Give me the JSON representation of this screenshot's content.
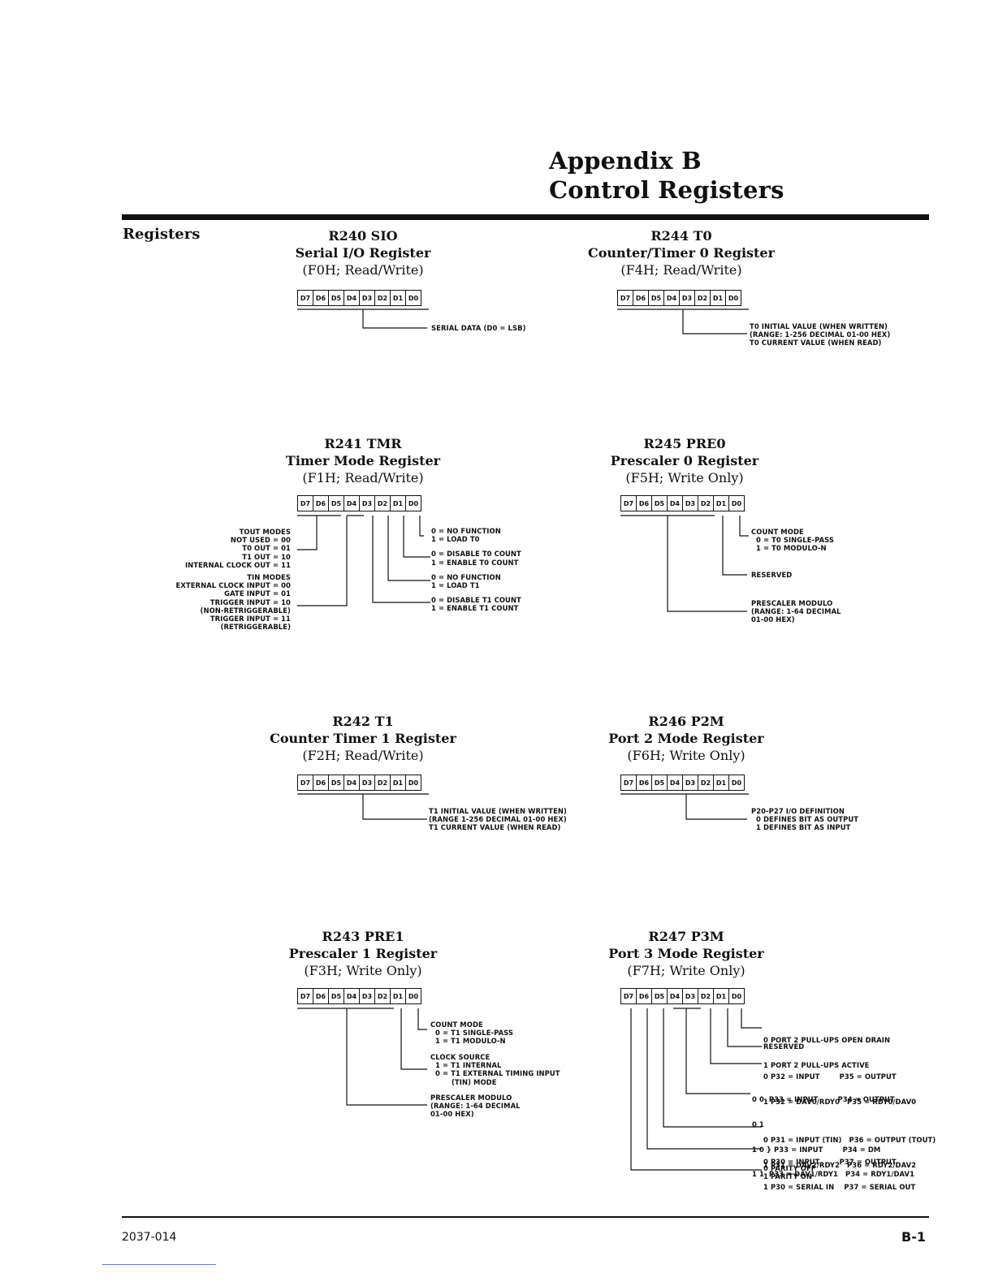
{
  "header": {
    "title_line1": "Appendix B",
    "title_line2": "Control Registers"
  },
  "section_label": "Registers",
  "bit_labels": [
    "D7",
    "D6",
    "D5",
    "D4",
    "D3",
    "D2",
    "D1",
    "D0"
  ],
  "registers": {
    "r240": {
      "name": "R240 SIO",
      "title": "Serial I/O Register",
      "access": "(F0H; Read/Write)",
      "notes": [
        "SERIAL DATA (D0 = LSB)"
      ]
    },
    "r244": {
      "name": "R244 T0",
      "title": "Counter/Timer 0 Register",
      "access": "(F4H; Read/Write)",
      "notes": [
        "T0 INITIAL VALUE (WHEN WRITTEN)",
        "(RANGE: 1-256 DECIMAL 01-00 HEX)",
        "T0 CURRENT VALUE (WHEN READ)"
      ]
    },
    "r241": {
      "name": "R241 TMR",
      "title": "Timer Mode Register",
      "access": "(F1H; Read/Write)",
      "left_notes": [
        "TOUT MODES",
        "NOT USED = 00",
        "T0 OUT = 01",
        "T1 OUT = 10",
        "INTERNAL CLOCK OUT = 11",
        "TIN MODES",
        "EXTERNAL CLOCK INPUT = 00",
        "GATE INPUT = 01",
        "TRIGGER INPUT = 10",
        "(NON-RETRIGGERABLE)",
        "TRIGGER INPUT = 11",
        "(RETRIGGERABLE)"
      ],
      "right_notes": [
        "0 = NO FUNCTION",
        "1 = LOAD T0",
        "0 = DISABLE T0 COUNT",
        "1 = ENABLE T0 COUNT",
        "0 = NO FUNCTION",
        "1 = LOAD T1",
        "0 = DISABLE T1 COUNT",
        "1 = ENABLE T1 COUNT"
      ]
    },
    "r245": {
      "name": "R245 PRE0",
      "title": "Prescaler 0 Register",
      "access": "(F5H; Write Only)",
      "notes": [
        "COUNT MODE",
        "0 = T0 SINGLE-PASS",
        "1 = T0 MODULO-N",
        "RESERVED",
        "PRESCALER MODULO",
        "(RANGE: 1-64 DECIMAL",
        "01-00 HEX)"
      ]
    },
    "r242": {
      "name": "R242 T1",
      "title": "Counter Timer 1 Register",
      "access": "(F2H; Read/Write)",
      "notes": [
        "T1 INITIAL VALUE (WHEN WRITTEN)",
        "(RANGE 1-256 DECIMAL 01-00 HEX)",
        "T1 CURRENT VALUE (WHEN READ)"
      ]
    },
    "r246": {
      "name": "R246 P2M",
      "title": "Port 2 Mode Register",
      "access": "(F6H; Write Only)",
      "notes": [
        "P20-P27 I/O DEFINITION",
        "0 DEFINES BIT AS OUTPUT",
        "1 DEFINES BIT AS INPUT"
      ]
    },
    "r243": {
      "name": "R243 PRE1",
      "title": "Prescaler 1 Register",
      "access": "(F3H; Write Only)",
      "notes": [
        "COUNT MODE",
        "0 = T1 SINGLE-PASS",
        "1 = T1 MODULO-N",
        "CLOCK SOURCE",
        "1 = T1 INTERNAL",
        "0 = T1 EXTERNAL TIMING INPUT",
        "(TIN) MODE",
        "PRESCALER MODULO",
        "(RANGE: 1-64 DECIMAL",
        "01-00 HEX)"
      ]
    },
    "r247": {
      "name": "R247 P3M",
      "title": "Port 3 Mode Register",
      "access": "(F7H; Write Only)",
      "notes": [
        "0 PORT 2 PULL-UPS OPEN DRAIN",
        "1 PORT 2 PULL-UPS ACTIVE",
        "RESERVED",
        "0 P32 = INPUT        P35 = OUTPUT",
        "1 P32 = DAV0/RDY0   P35 = RDY0/DAV0",
        "0 0  P33 = INPUT        P34 = OUTPUT",
        "0 1",
        "1 0 } P33 = INPUT        P34 = DM",
        "1 1  P33 = DAV1/RDY1   P34 = RDY1/DAV1",
        "0 P31 = INPUT (TIN)   P36 = OUTPUT (TOUT)",
        "1 P31 = DAV2/RDY2   P36 = RDY2/DAV2",
        "0 P30 = INPUT        P37 = OUTPUT",
        "1 P30 = SERIAL IN    P37 = SERIAL OUT",
        "0 PARITY OFF",
        "1 PARITY ON"
      ]
    }
  },
  "footer": {
    "doc_number": "2037-014",
    "page": "B-1"
  }
}
